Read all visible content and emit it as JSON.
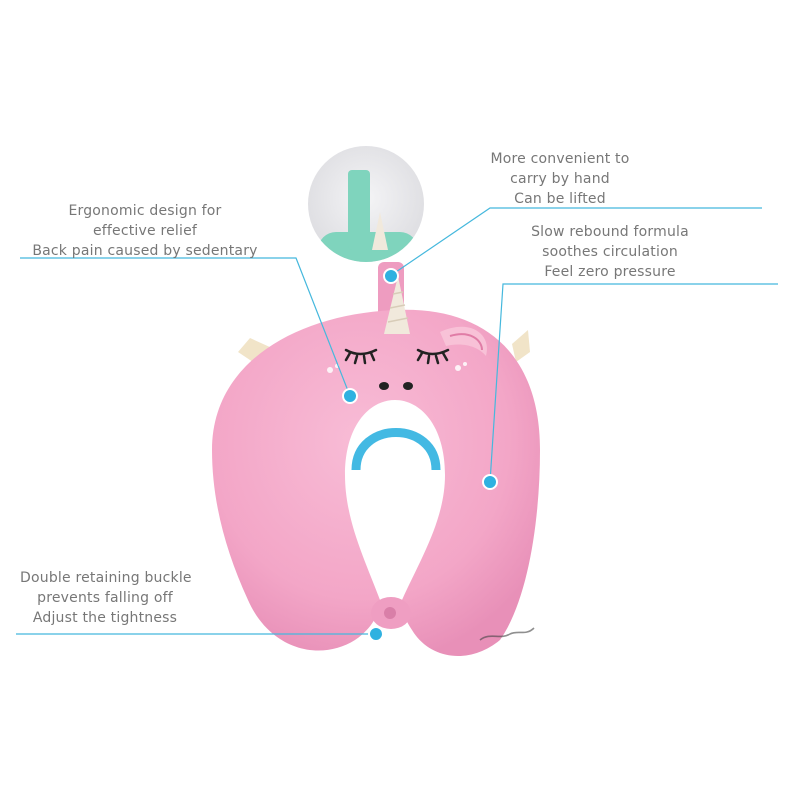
{
  "callouts": {
    "ergonomic": [
      "Ergonomic design for",
      "effective relief",
      "Back pain caused by sedentary"
    ],
    "carry": [
      "More convenient to",
      "carry by hand",
      "Can be lifted"
    ],
    "rebound": [
      "Slow rebound formula",
      "soothes circulation",
      "Feel zero pressure"
    ],
    "buckle": [
      "Double retaining buckle",
      "prevents falling off",
      "Adjust the tightness"
    ]
  },
  "colors": {
    "pillow": "#f4a9c9",
    "pillow_shadow": "#e58fb6",
    "leader": "#45b8dd",
    "text": "#777777",
    "inset_bg": "#e9e9ec",
    "foam": "#7fd4bd",
    "horn": "#f1e9dc"
  }
}
